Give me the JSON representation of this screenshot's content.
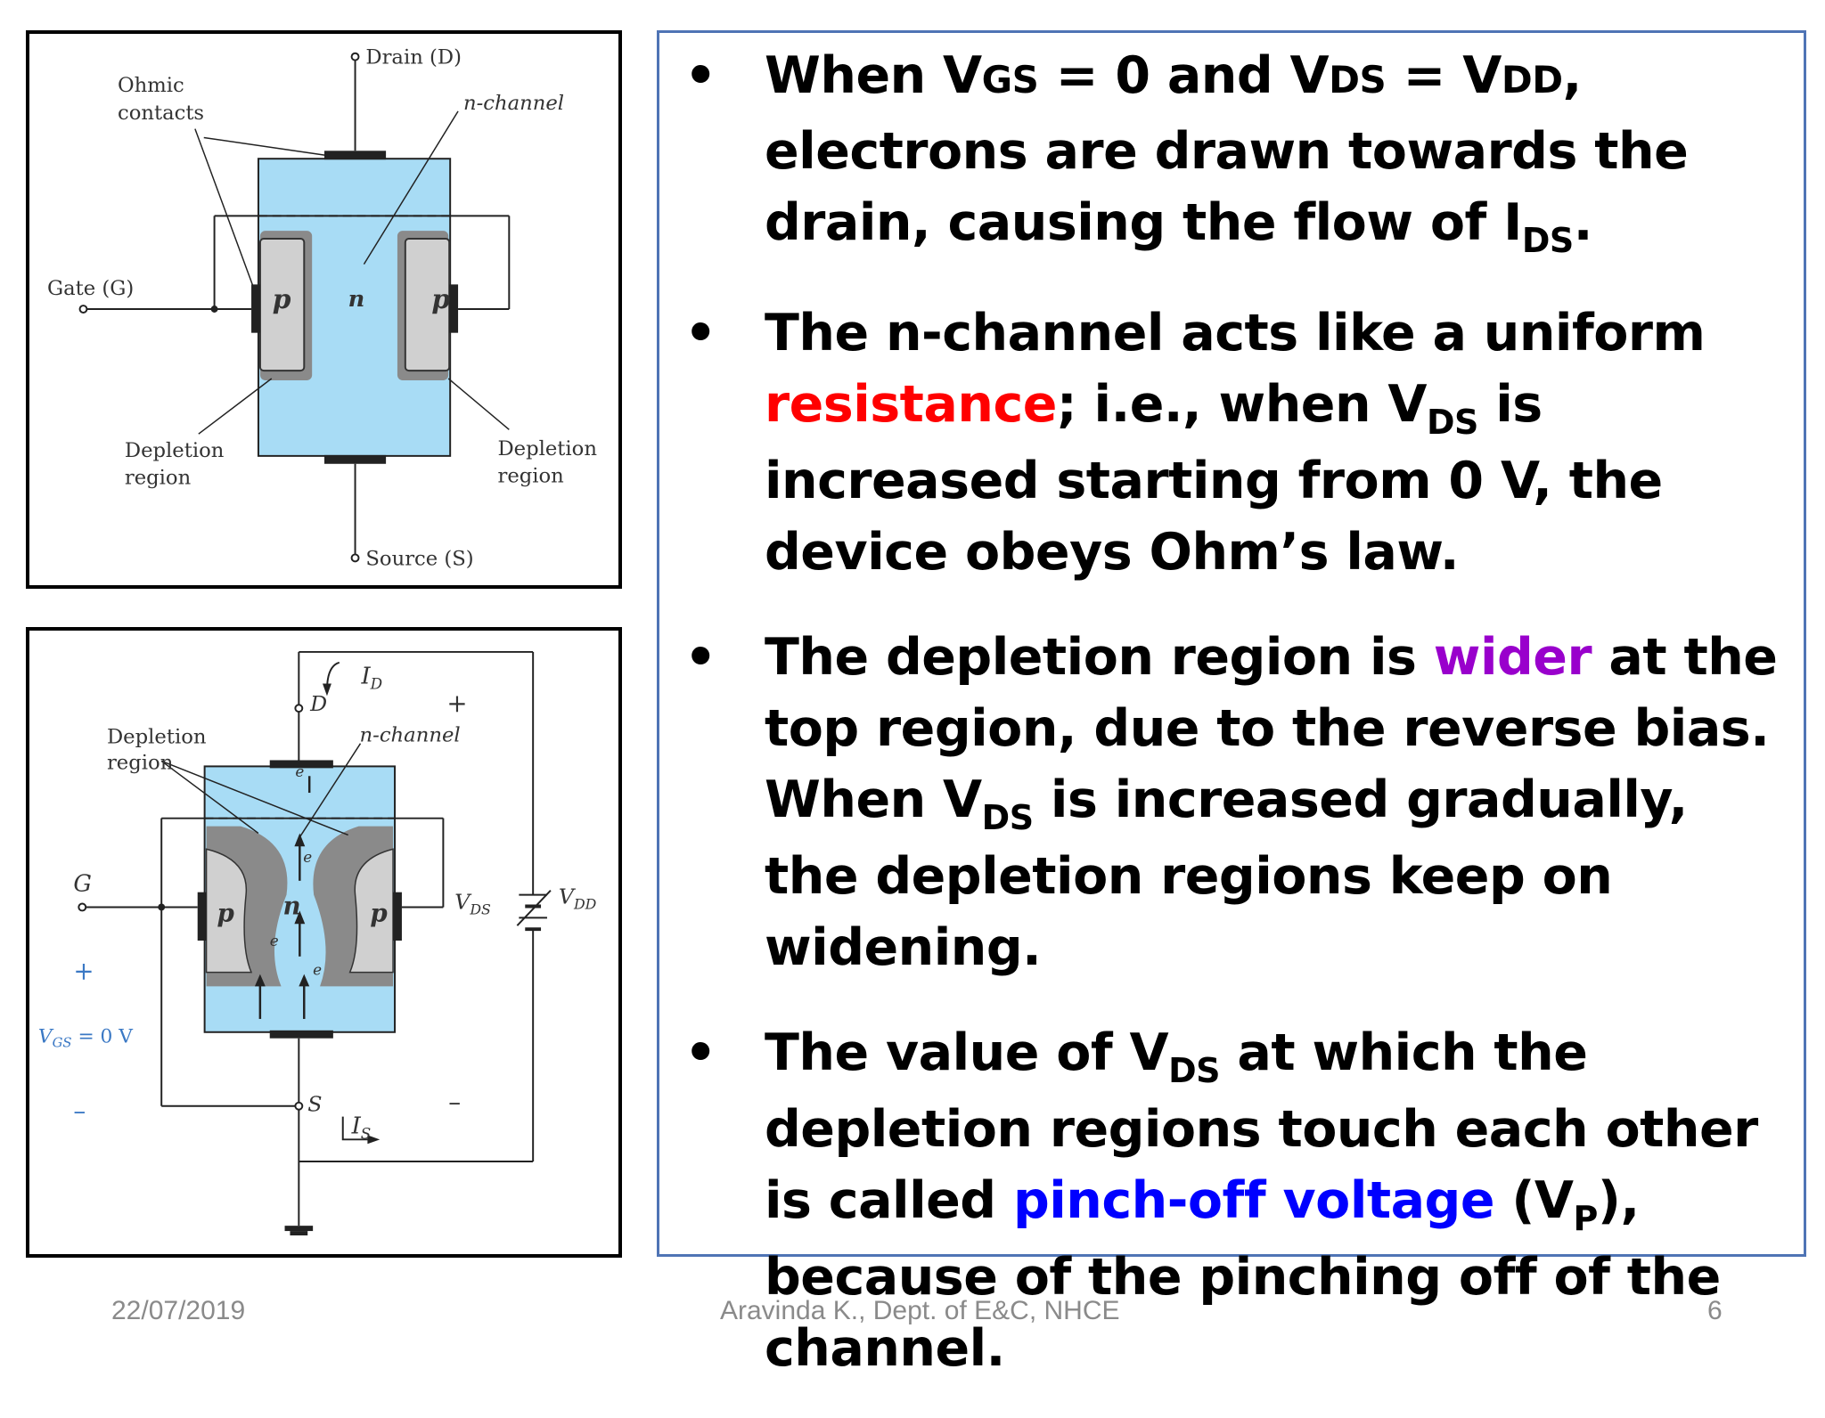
{
  "fig1": {
    "drain_label": "Drain (D)",
    "ohmic_label_1": "Ohmic",
    "ohmic_label_2": "contacts",
    "nchannel_label": "n-channel",
    "gate_label": "Gate (G)",
    "p_left": "p",
    "n_center": "n",
    "p_right": "p",
    "depl_left_1": "Depletion",
    "depl_left_2": "region",
    "depl_right_1": "Depletion",
    "depl_right_2": "region",
    "source_label": "Source (S)"
  },
  "fig2": {
    "id_label": "I",
    "id_sub": "D",
    "d_label": "D",
    "plus_top": "+",
    "depl_1": "Depletion",
    "depl_2": "region",
    "nchannel_label": "n-channel",
    "g_label": "G",
    "p_left": "p",
    "n_center": "n",
    "p_right": "p",
    "vds_label": "V",
    "vds_sub": "DS",
    "vdd_label": "V",
    "vdd_sub": "DD",
    "plus_left": "+",
    "vgs_label": "V",
    "vgs_sub": "GS",
    "vgs_value": " = 0 V",
    "minus_left": "–",
    "s_label": "S",
    "is_label": "I",
    "is_sub": "S",
    "minus_right": "–",
    "e_labels": [
      "e",
      "e",
      "e",
      "e"
    ]
  },
  "bullets": {
    "b1": {
      "p1": "When V",
      "s1": "GS",
      "p2": " = 0 and V",
      "s2": "DS",
      "p3": " = V",
      "s3": "DD",
      "p4": ", electrons are drawn towards the drain, causing the flow of I",
      "s4": "DS",
      "p5": "."
    },
    "b2": {
      "p1": "The n-channel acts like a uniform ",
      "red": "resistance",
      "p2": "; i.e., when V",
      "s1": "DS",
      "p3": " is increased starting from 0 V, the device obeys Ohm’s law."
    },
    "b3": {
      "p1": "The depletion region is ",
      "purple": "wider",
      "p2": " at the top region, due to the reverse bias. When V",
      "s1": "DS",
      "p3": " is increased gradually, the depletion regions keep on widening."
    },
    "b4": {
      "p1": "The value of V",
      "s1": "DS",
      "p2": " at which the depletion regions touch each other is called ",
      "blue": "pinch-off voltage",
      "p3": " (V",
      "s2": "P",
      "p4": "), because of the pinching off of the channel."
    },
    "bullet_char": "•"
  },
  "footer": {
    "date": "22/07/2019",
    "author": "Aravinda K., Dept. of E&C, NHCE",
    "page": "6"
  },
  "colors": {
    "panel_border": "#4f74b5",
    "channel_fill": "#a8dcf5",
    "red": "#ff0000",
    "purple": "#9900cc",
    "blue": "#0000ff",
    "footer": "#8a8a8a"
  }
}
